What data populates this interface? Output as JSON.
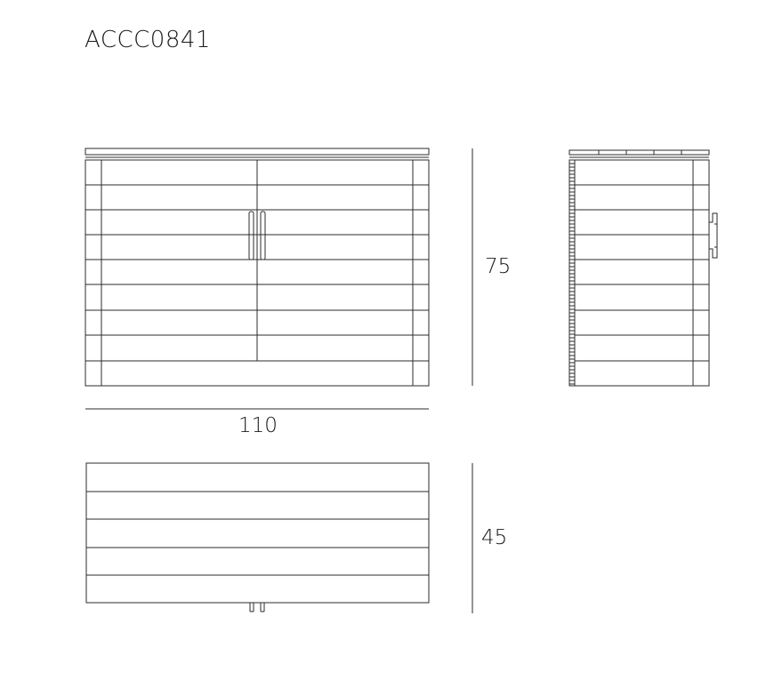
{
  "drawing": {
    "product_code": "ACCC0841",
    "dimensions": {
      "width": "110",
      "height": "75",
      "depth": "45"
    }
  }
}
